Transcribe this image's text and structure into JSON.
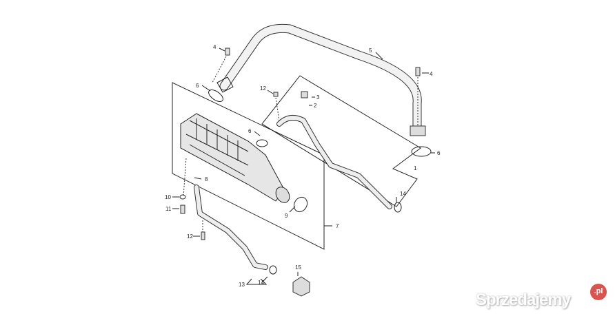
{
  "diagram": {
    "callouts": [
      "4",
      "5",
      "4",
      "6",
      "12",
      "3",
      "2",
      "6",
      "6",
      "1",
      "8",
      "14",
      "10",
      "11",
      "9",
      "7",
      "12",
      "15",
      "13",
      "14"
    ]
  },
  "watermark": {
    "text": "Sprzedajemy",
    "badge": ".pl"
  }
}
